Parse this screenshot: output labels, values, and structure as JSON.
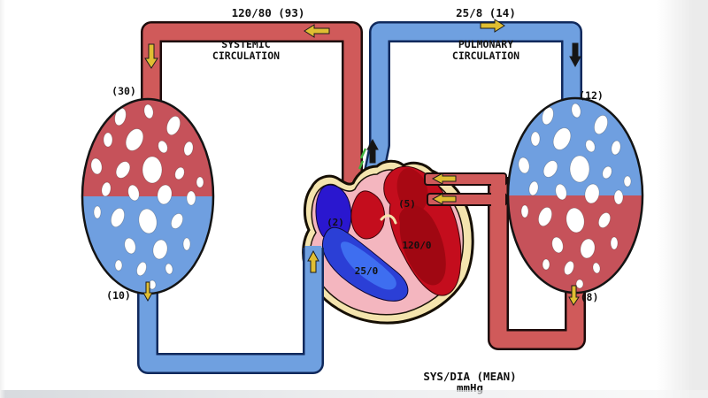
{
  "diagram": {
    "systemic": {
      "pressure": "120/80 (93)",
      "label_line1": "SYSTEMIC",
      "label_line2": "CIRCULATION",
      "capillary_inlet": "(30)",
      "capillary_outlet": "(10)"
    },
    "pulmonary": {
      "pressure": "25/8 (14)",
      "label_line1": "PULMONARY",
      "label_line2": "CIRCULATION",
      "capillary_inlet": "(12)",
      "capillary_outlet": "(8)"
    },
    "heart": {
      "right_atrium_pressure": "(2)",
      "right_ventricle_pressure": "25/0",
      "left_atrium_pressure": "(5)",
      "left_ventricle_pressure": "120/0"
    },
    "legend": {
      "line1": "SYS/DIA (MEAN)",
      "line2": "mmHg"
    },
    "colors": {
      "arterial_pipe": "#d05a5a",
      "venous_pipe": "#6fa0e0",
      "capillary_arterial_half": "#c6525a",
      "capillary_venous_half": "#6f9fe0",
      "heart_left_chambers": "#c40d1d",
      "heart_right_atrium": "#2a17cf",
      "heart_right_ventricle": "#2b3fd6",
      "heart_wall_pink": "#f4b6bf",
      "pericardium_cream": "#f4e4ae",
      "arrow_gold": "#e0be32"
    }
  }
}
